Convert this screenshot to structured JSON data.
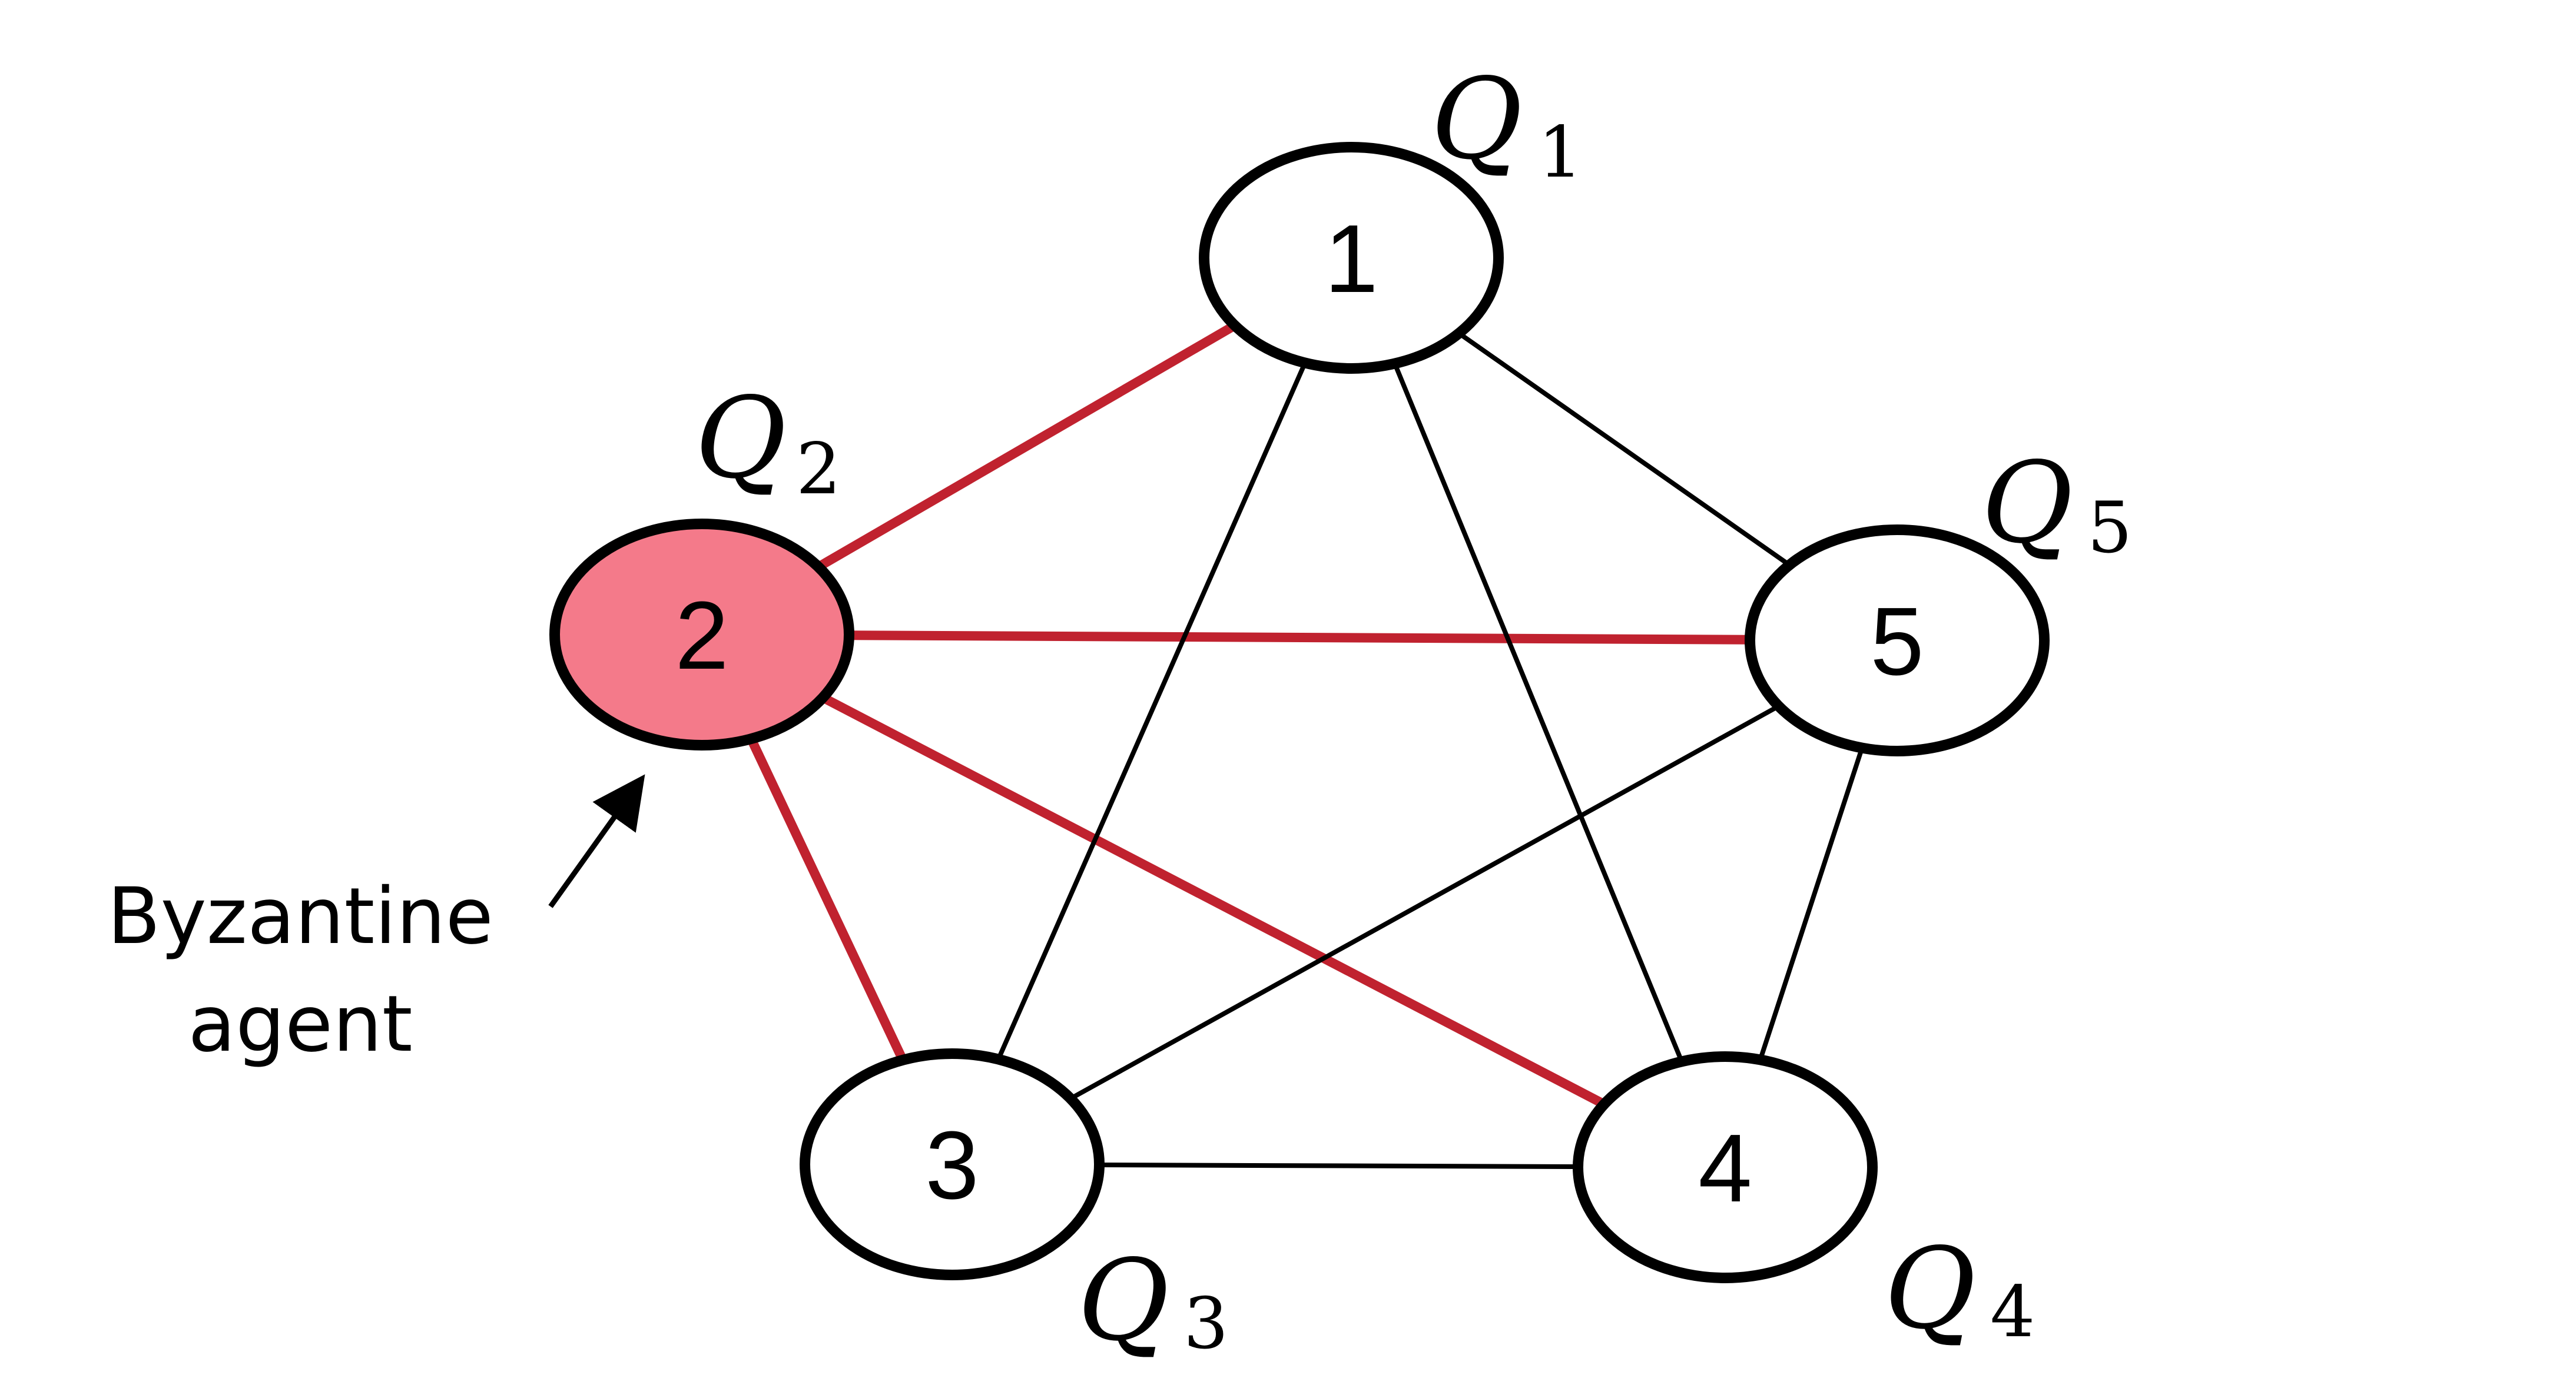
{
  "colors": {
    "byzantine_fill": "#F47A8A",
    "byzantine_edge": "#C0222F",
    "normal_fill": "#FFFFFF",
    "stroke": "#000000"
  },
  "nodes": [
    {
      "id": "1",
      "label": "1",
      "q_letter": "Q",
      "q_index": "1",
      "byzantine": false
    },
    {
      "id": "2",
      "label": "2",
      "q_letter": "Q",
      "q_index": "2",
      "byzantine": true
    },
    {
      "id": "3",
      "label": "3",
      "q_letter": "Q",
      "q_index": "3",
      "byzantine": false
    },
    {
      "id": "4",
      "label": "4",
      "q_letter": "Q",
      "q_index": "4",
      "byzantine": false
    },
    {
      "id": "5",
      "label": "5",
      "q_letter": "Q",
      "q_index": "5",
      "byzantine": false
    }
  ],
  "edges": [
    {
      "from": "1",
      "to": "2",
      "byzantine": true
    },
    {
      "from": "2",
      "to": "5",
      "byzantine": true
    },
    {
      "from": "2",
      "to": "3",
      "byzantine": true
    },
    {
      "from": "2",
      "to": "4",
      "byzantine": true
    },
    {
      "from": "1",
      "to": "3",
      "byzantine": false
    },
    {
      "from": "1",
      "to": "4",
      "byzantine": false
    },
    {
      "from": "1",
      "to": "5",
      "byzantine": false
    },
    {
      "from": "3",
      "to": "5",
      "byzantine": false
    },
    {
      "from": "3",
      "to": "4",
      "byzantine": false
    },
    {
      "from": "4",
      "to": "5",
      "byzantine": false
    }
  ],
  "annotation": {
    "line1": "Byzantine",
    "line2": "agent"
  }
}
